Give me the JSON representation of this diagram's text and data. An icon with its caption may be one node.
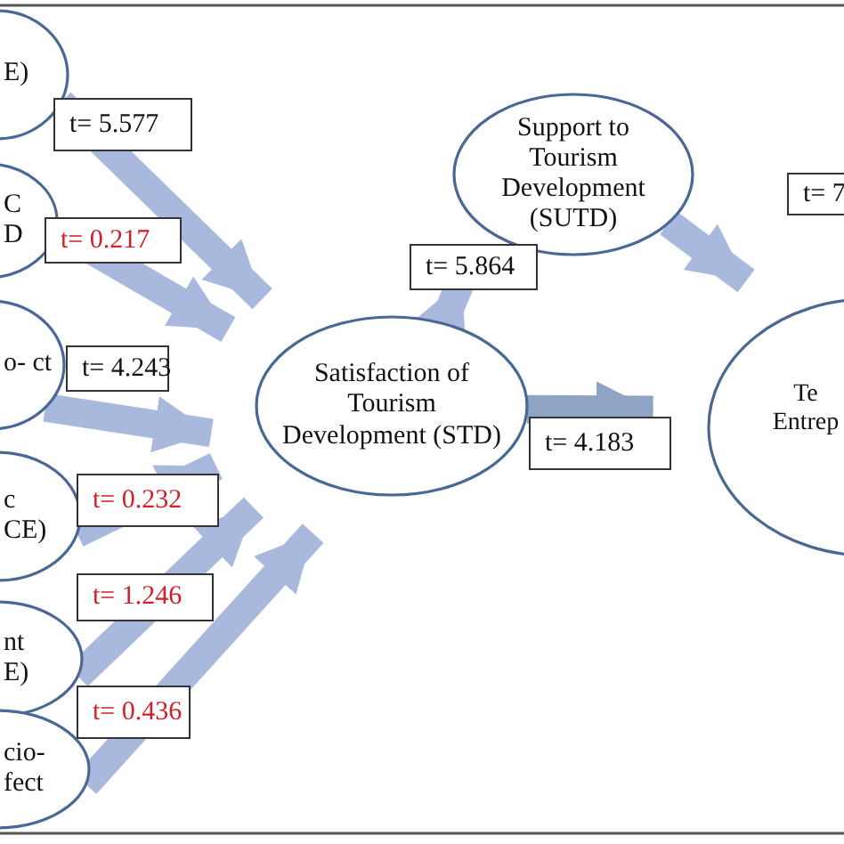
{
  "diagram": {
    "nodes": [
      {
        "text": [
          "E)"
        ]
      },
      {
        "text": [
          "C D"
        ]
      },
      {
        "text": [
          "o- ct"
        ]
      },
      {
        "text": [
          "c CE)"
        ]
      },
      {
        "text": [
          "nt E)"
        ]
      },
      {
        "text": [
          "cio- fect"
        ]
      },
      {
        "text": [
          "Satisfaction of Tourism Development (STD)"
        ]
      },
      {
        "text": [
          "Support to Tourism Development (SUTD)"
        ]
      },
      {
        "text": [
          "Te Entrep"
        ]
      }
    ],
    "edges": [
      {
        "from": 0,
        "to": 6,
        "arrow": "to",
        "label": "t= 5.577"
      },
      {
        "from": 1,
        "to": 6,
        "arrow": "to",
        "label": "t= 0.217"
      },
      {
        "from": 2,
        "to": 6,
        "arrow": "to",
        "label": "t= 4.243"
      },
      {
        "from": 3,
        "to": 6,
        "arrow": "to",
        "label": "t= 0.232"
      },
      {
        "from": 4,
        "to": 6,
        "arrow": "to",
        "label": "t= 1.246"
      },
      {
        "from": 5,
        "to": 6,
        "arrow": "to",
        "label": "t= 0.436"
      },
      {
        "from": 6,
        "to": 7,
        "arrow": "to",
        "label": "t= 5.864"
      },
      {
        "from": 6,
        "to": 8,
        "arrow": "to",
        "label": "t= 4.183",
        "color": "#8fa3c4"
      },
      {
        "from": 7,
        "to": 8,
        "arrow": "to",
        "label": "t= 7"
      }
    ]
  }
}
